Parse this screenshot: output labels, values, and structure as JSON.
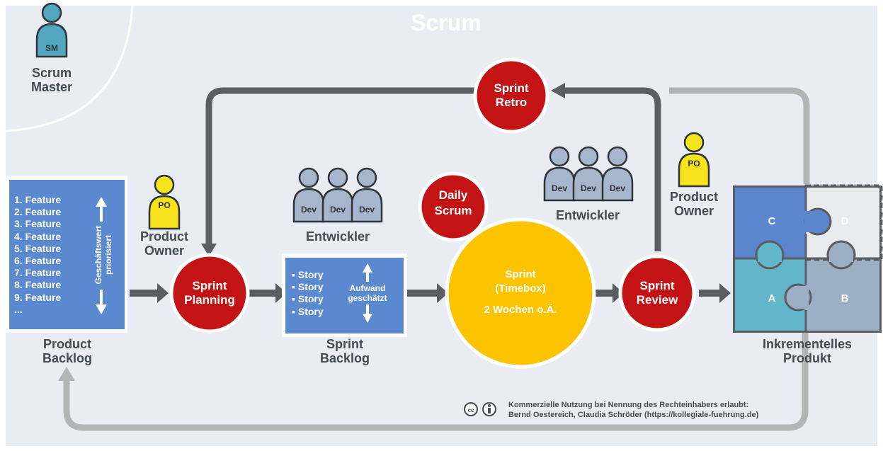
{
  "title": "Scrum",
  "scrum_master": {
    "badge": "SM",
    "label_line1": "Scrum",
    "label_line2": "Master"
  },
  "product_backlog": {
    "items": [
      "1. Feature",
      "2. Feature",
      "3. Feature",
      "4. Feature",
      "5. Feature",
      "6. Feature",
      "7. Feature",
      "8. Feature",
      "9. Feature",
      "..."
    ],
    "side_line1": "Geschäftswert",
    "side_line2": "priorisiert",
    "label_line1": "Product",
    "label_line2": "Backlog"
  },
  "product_owner_left": {
    "badge": "PO",
    "label_line1": "Product",
    "label_line2": "Owner"
  },
  "product_owner_right": {
    "badge": "PO",
    "label_line1": "Product",
    "label_line2": "Owner"
  },
  "sprint_planning": {
    "line1": "Sprint",
    "line2": "Planning"
  },
  "developers_left": {
    "badges": [
      "Dev",
      "Dev",
      "Dev"
    ],
    "label": "Entwickler"
  },
  "developers_right": {
    "badges": [
      "Dev",
      "Dev",
      "Dev"
    ],
    "label": "Entwickler"
  },
  "sprint_backlog": {
    "items": [
      "Story",
      "Story",
      "Story",
      "Story"
    ],
    "side_line1": "Aufwand",
    "side_line2": "geschätzt",
    "label_line1": "Sprint",
    "label_line2": "Backlog"
  },
  "daily_scrum": {
    "line1": "Daily",
    "line2": "Scrum"
  },
  "sprint": {
    "line1": "Sprint",
    "line2": "(Timebox)",
    "line3": "2 Wochen o.Ä."
  },
  "sprint_review": {
    "line1": "Sprint",
    "line2": "Review"
  },
  "sprint_retro": {
    "line1": "Sprint",
    "line2": "Retro"
  },
  "increment": {
    "pieces": [
      "C",
      "D",
      "A",
      "B"
    ],
    "label_line1": "Inkrementelles",
    "label_line2": "Produkt"
  },
  "credit": {
    "line1": "Kommerzielle Nutzung bei Nennung des Rechteinhabers erlaubt:",
    "line2": "Bernd Oestereich, Claudia Schröder (https://kollegiale-fuehrung.de)"
  },
  "colors": {
    "background": "#e9edf3",
    "red": "#c41315",
    "yellow": "#fbc300",
    "blue": "#5b89cf",
    "dark_arrow": "#5a5e62",
    "light_arrow": "#b2b4b7",
    "person_blue": "#53a6bf",
    "person_grey": "#a6b6cc",
    "person_yellow": "#f7e31b",
    "piece_c": "#5b86cd",
    "piece_a": "#63b5c9",
    "piece_b": "#9cafc4",
    "piece_d": "#e8eaed"
  }
}
